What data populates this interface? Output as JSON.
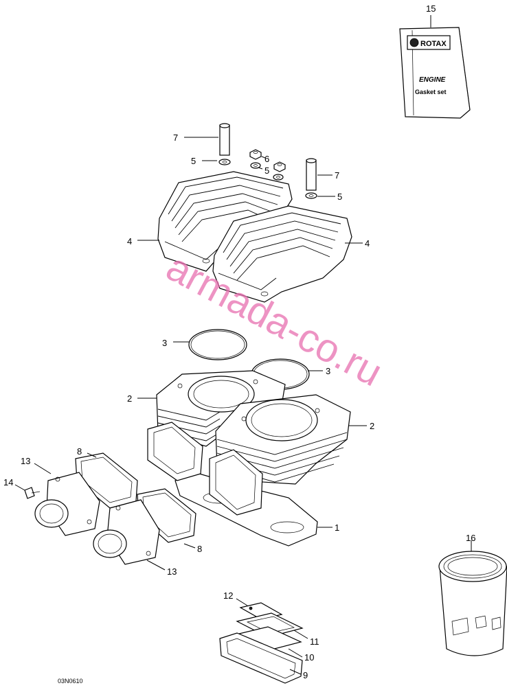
{
  "diagram": {
    "drawing_code": "03N0610",
    "watermark": "armada-co.ru",
    "booklet": {
      "brand": "ROTAX",
      "line1": "ENGINE",
      "line2": "Gasket set"
    },
    "callouts": {
      "c1": "1",
      "c2a": "2",
      "c2b": "2",
      "c3a": "3",
      "c3b": "3",
      "c4a": "4",
      "c4b": "4",
      "c5a": "5",
      "c5b": "5",
      "c5c": "5",
      "c6": "6",
      "c7a": "7",
      "c7b": "7",
      "c8a": "8",
      "c8b": "8",
      "c9": "9",
      "c10": "10",
      "c11": "11",
      "c12": "12",
      "c13a": "13",
      "c13b": "13",
      "c14": "14",
      "c15": "15",
      "c16": "16"
    }
  }
}
